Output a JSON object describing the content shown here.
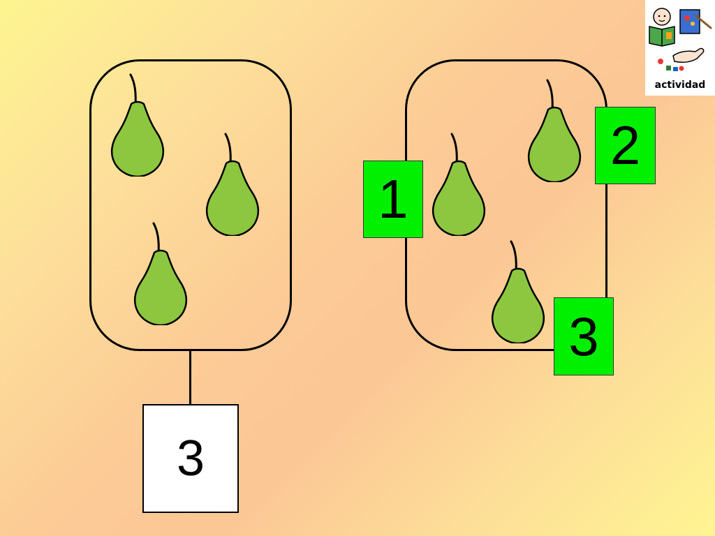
{
  "activity_logo": {
    "label": "actividad",
    "icon": "activity-pictogram-icon"
  },
  "left_group": {
    "object_icon": "pear-icon",
    "object_count": 3,
    "answer_value": "3"
  },
  "right_group": {
    "object_icon": "pear-icon",
    "object_count": 3,
    "count_tags": [
      "1",
      "2",
      "3"
    ]
  },
  "colors": {
    "pear_fill": "#8dc63f",
    "tag_fill": "#00f000",
    "answer_fill": "#ffffff",
    "outline": "#000000"
  }
}
